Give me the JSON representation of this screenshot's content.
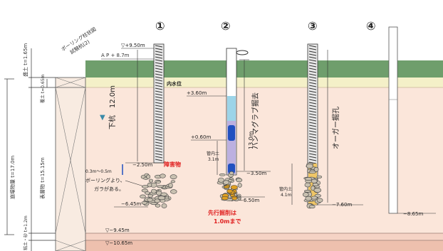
{
  "boring_label": "ボーリング柱状図\n試験杭(2)",
  "stage_numbers": [
    "①",
    "②",
    "③",
    "④"
  ],
  "layers": {
    "fill": "盛土 t=1.65m",
    "subsoil": "覆土 t=0.65m",
    "sediment": "表層物 t=15.15m",
    "sediment_total": "崩壊物量 t=17.0m",
    "clay_sand": "粘土・砂 t=1.2m"
  },
  "ap_label": "A P + 8.7m",
  "water_level_label": "内水位",
  "pile1": {
    "top": "▽+9.50m",
    "length": "下杭　12.0m",
    "base": "−2.50m",
    "obstacle": "障害物",
    "gap": "0.3m〜0.5m",
    "note": "ボーリングより、\nガラがある。",
    "bottom": "−6.45m"
  },
  "pile2": {
    "water": "+3.60m",
    "upper": "+0.60m",
    "method": "ハンマグラブ掘去",
    "length": "13.0m",
    "soil_label": "管内土\n3.1m",
    "level": "−3.50m",
    "bottom": "−6.50m",
    "remark_red": "先行掘削は\n1.0mまで"
  },
  "pile3": {
    "method": "オーガー掘孔",
    "soil_label": "管内土\n4.1m",
    "bottom": "−7.60m"
  },
  "pile4": {
    "bottom": "−8.65m"
  },
  "depth_labels": [
    "▽−9.45m",
    "▽−10.65m"
  ],
  "colors": {
    "green_top": "#6f9e6c",
    "fill_yellow": "#f4f0c8",
    "sediment_pink": "#fbe6da",
    "sand_pink": "#f5d3c5",
    "rock_bottom": "#eec0ae",
    "red_text": "#e02020",
    "water_blue": "#9cd4e8",
    "pipe_purple": "#bcb0e0",
    "bit_blue": "#2050c0",
    "soil_orange": "#e0a020"
  }
}
